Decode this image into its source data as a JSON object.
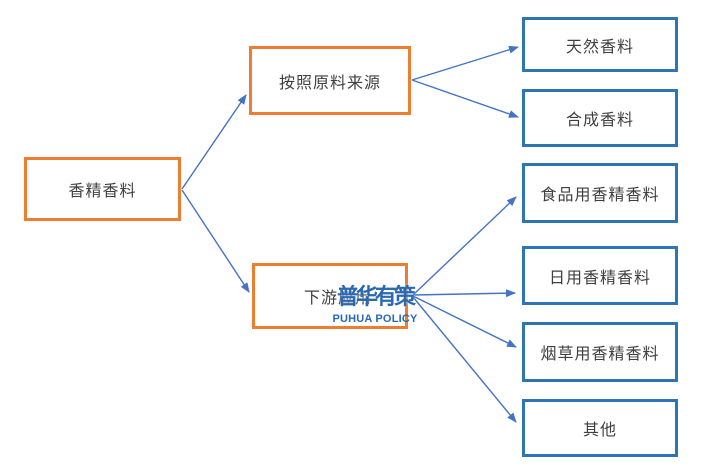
{
  "nodes": {
    "main": {
      "label": "香精香料"
    },
    "by_source": {
      "label": "按照原料来源"
    },
    "downstream": {
      "label": "下游应用"
    },
    "natural": {
      "label": "天然香料"
    },
    "synthetic": {
      "label": "合成香料"
    },
    "food": {
      "label": "食品用香精香料"
    },
    "daily": {
      "label": "日用香精香料"
    },
    "tobacco": {
      "label": "烟草用香精香料"
    },
    "other": {
      "label": "其他"
    }
  },
  "edges": [
    {
      "from": "main",
      "to": "by_source"
    },
    {
      "from": "main",
      "to": "downstream"
    },
    {
      "from": "by_source",
      "to": "natural"
    },
    {
      "from": "by_source",
      "to": "synthetic"
    },
    {
      "from": "downstream",
      "to": "food"
    },
    {
      "from": "downstream",
      "to": "daily"
    },
    {
      "from": "downstream",
      "to": "tobacco"
    },
    {
      "from": "downstream",
      "to": "other"
    }
  ],
  "watermark": {
    "cn": "普华有策",
    "en": "PUHUA POLICY"
  },
  "colors": {
    "category_border": "#ED7D31",
    "leaf_border": "#2E75B6",
    "connector": "#4472C4",
    "label_text": "#3F3F3F",
    "watermark": "#2A69B2"
  }
}
